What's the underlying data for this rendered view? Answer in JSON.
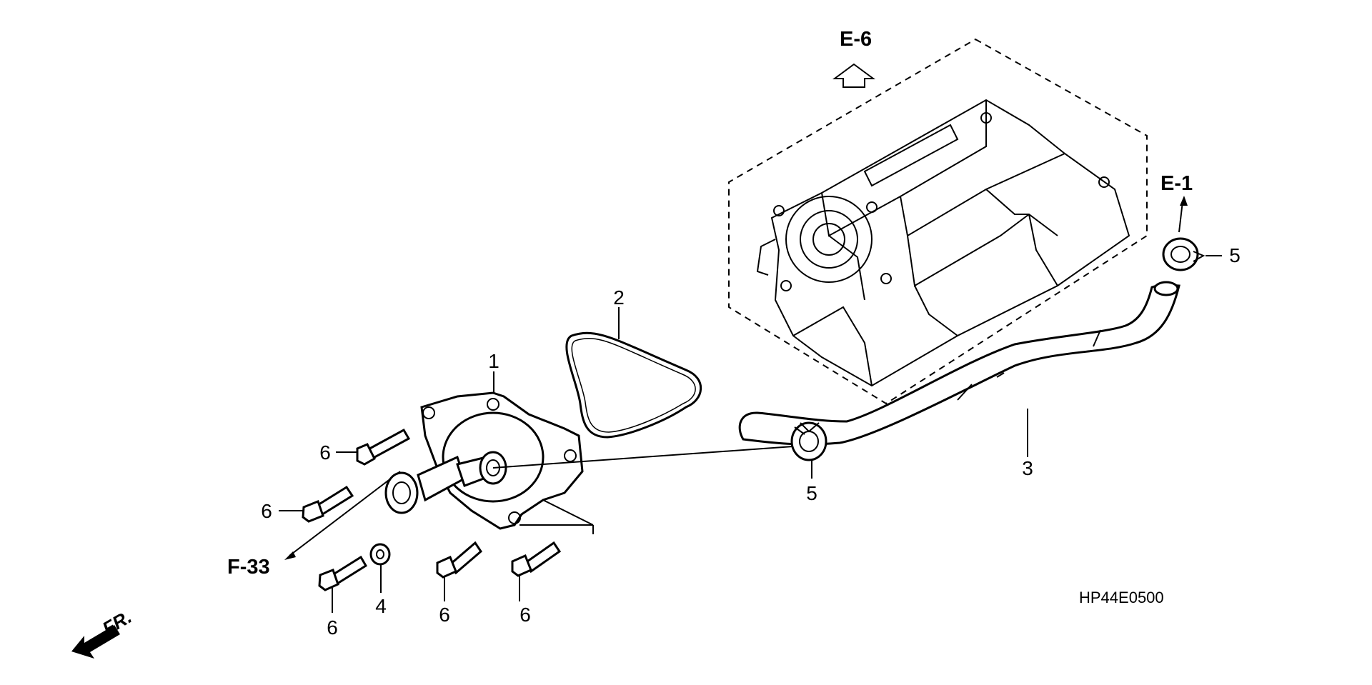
{
  "diagram": {
    "code": "HP44E0500",
    "direction_label": "FR.",
    "references": {
      "top": "E-6",
      "right": "E-1",
      "left": "F-33"
    },
    "callouts": {
      "c1": "1",
      "c2": "2",
      "c3": "3",
      "c4": "4",
      "c5a": "5",
      "c5b": "5",
      "c6a": "6",
      "c6b": "6",
      "c6c": "6",
      "c6d": "6",
      "c6e": "6"
    }
  }
}
